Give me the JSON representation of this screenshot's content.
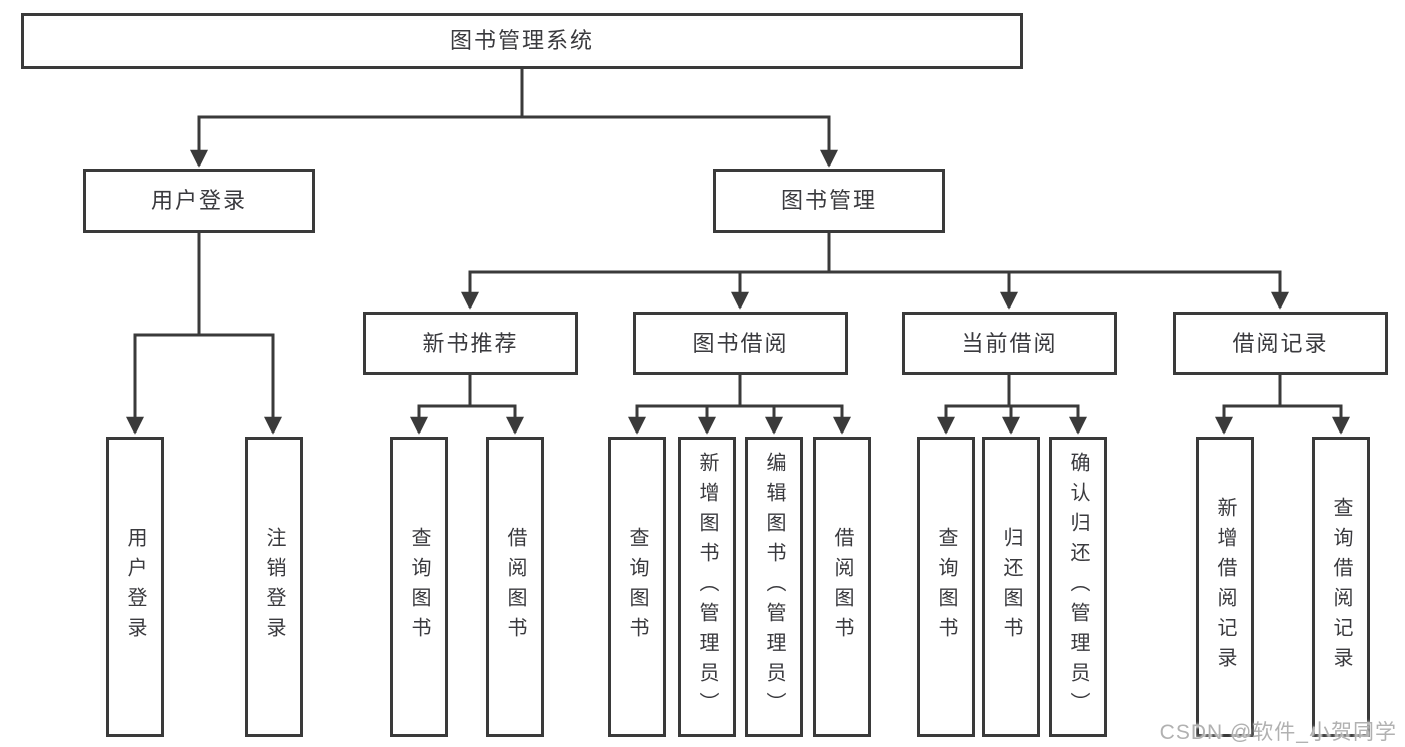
{
  "title": "图书管理系统",
  "level2": [
    {
      "label": "用户登录"
    },
    {
      "label": "图书管理"
    }
  ],
  "level3": [
    {
      "label": "新书推荐",
      "parent": "图书管理"
    },
    {
      "label": "图书借阅",
      "parent": "图书管理"
    },
    {
      "label": "当前借阅",
      "parent": "图书管理"
    },
    {
      "label": "借阅记录",
      "parent": "图书管理"
    }
  ],
  "leaves": [
    {
      "label": "用户登录",
      "parent": "用户登录"
    },
    {
      "label": "注销登录",
      "parent": "用户登录"
    },
    {
      "label": "查询图书",
      "parent": "新书推荐"
    },
    {
      "label": "借阅图书",
      "parent": "新书推荐"
    },
    {
      "label": "查询图书",
      "parent": "图书借阅"
    },
    {
      "label": "新增图书（管理员）",
      "parent": "图书借阅"
    },
    {
      "label": "编辑图书（管理员）",
      "parent": "图书借阅"
    },
    {
      "label": "借阅图书",
      "parent": "图书借阅"
    },
    {
      "label": "查询图书",
      "parent": "当前借阅"
    },
    {
      "label": "归还图书",
      "parent": "当前借阅"
    },
    {
      "label": "确认归还（管理员）",
      "parent": "当前借阅"
    },
    {
      "label": "新增借阅记录",
      "parent": "借阅记录"
    },
    {
      "label": "查询借阅记录",
      "parent": "借阅记录"
    }
  ],
  "watermark": "CSDN @软件_小贺同学",
  "colors": {
    "line": "#3a3a3a",
    "text": "#3a3a3e",
    "watermark": "#b1b1b1",
    "background": "#ffffff"
  }
}
